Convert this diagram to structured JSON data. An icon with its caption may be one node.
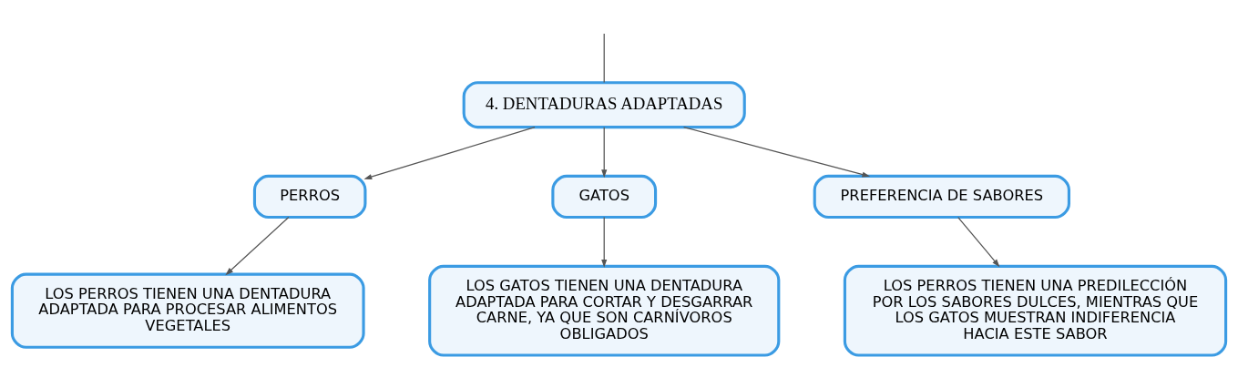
{
  "diagram": {
    "nodes": [
      {
        "text": [
          "4. DENTADURAS ADAPTADAS"
        ]
      },
      {
        "text": [
          "PERROS"
        ]
      },
      {
        "text": [
          "GATOS"
        ]
      },
      {
        "text": [
          "PREFERENCIA DE SABORES"
        ]
      },
      {
        "text": [
          "LOS PERROS TIENEN UNA DENTADURA ADAPTADA PARA PROCESAR ALIMENTOS VEGETALES"
        ]
      },
      {
        "text": [
          "LOS GATOS TIENEN UNA DENTADURA ADAPTADA PARA CORTAR Y DESGARRAR CARNE, YA QUE SON CARNÍVOROS OBLIGADOS"
        ]
      },
      {
        "text": [
          "LOS PERROS TIENEN UNA PREDILECCIÓN POR LOS SABORES DULCES, MIENTRAS QUE LOS GATOS MUESTRAN INDIFERENCIA HACIA ESTE SABOR"
        ]
      }
    ],
    "edges": [
      {
        "from": null,
        "to": 0,
        "arrow": "none"
      },
      {
        "from": 0,
        "to": 1,
        "arrow": "to"
      },
      {
        "from": 0,
        "to": 2,
        "arrow": "to"
      },
      {
        "from": 0,
        "to": 3,
        "arrow": "to"
      },
      {
        "from": 1,
        "to": 4,
        "arrow": "to"
      },
      {
        "from": 2,
        "to": 5,
        "arrow": "to"
      },
      {
        "from": 3,
        "to": 6,
        "arrow": "to"
      }
    ]
  }
}
